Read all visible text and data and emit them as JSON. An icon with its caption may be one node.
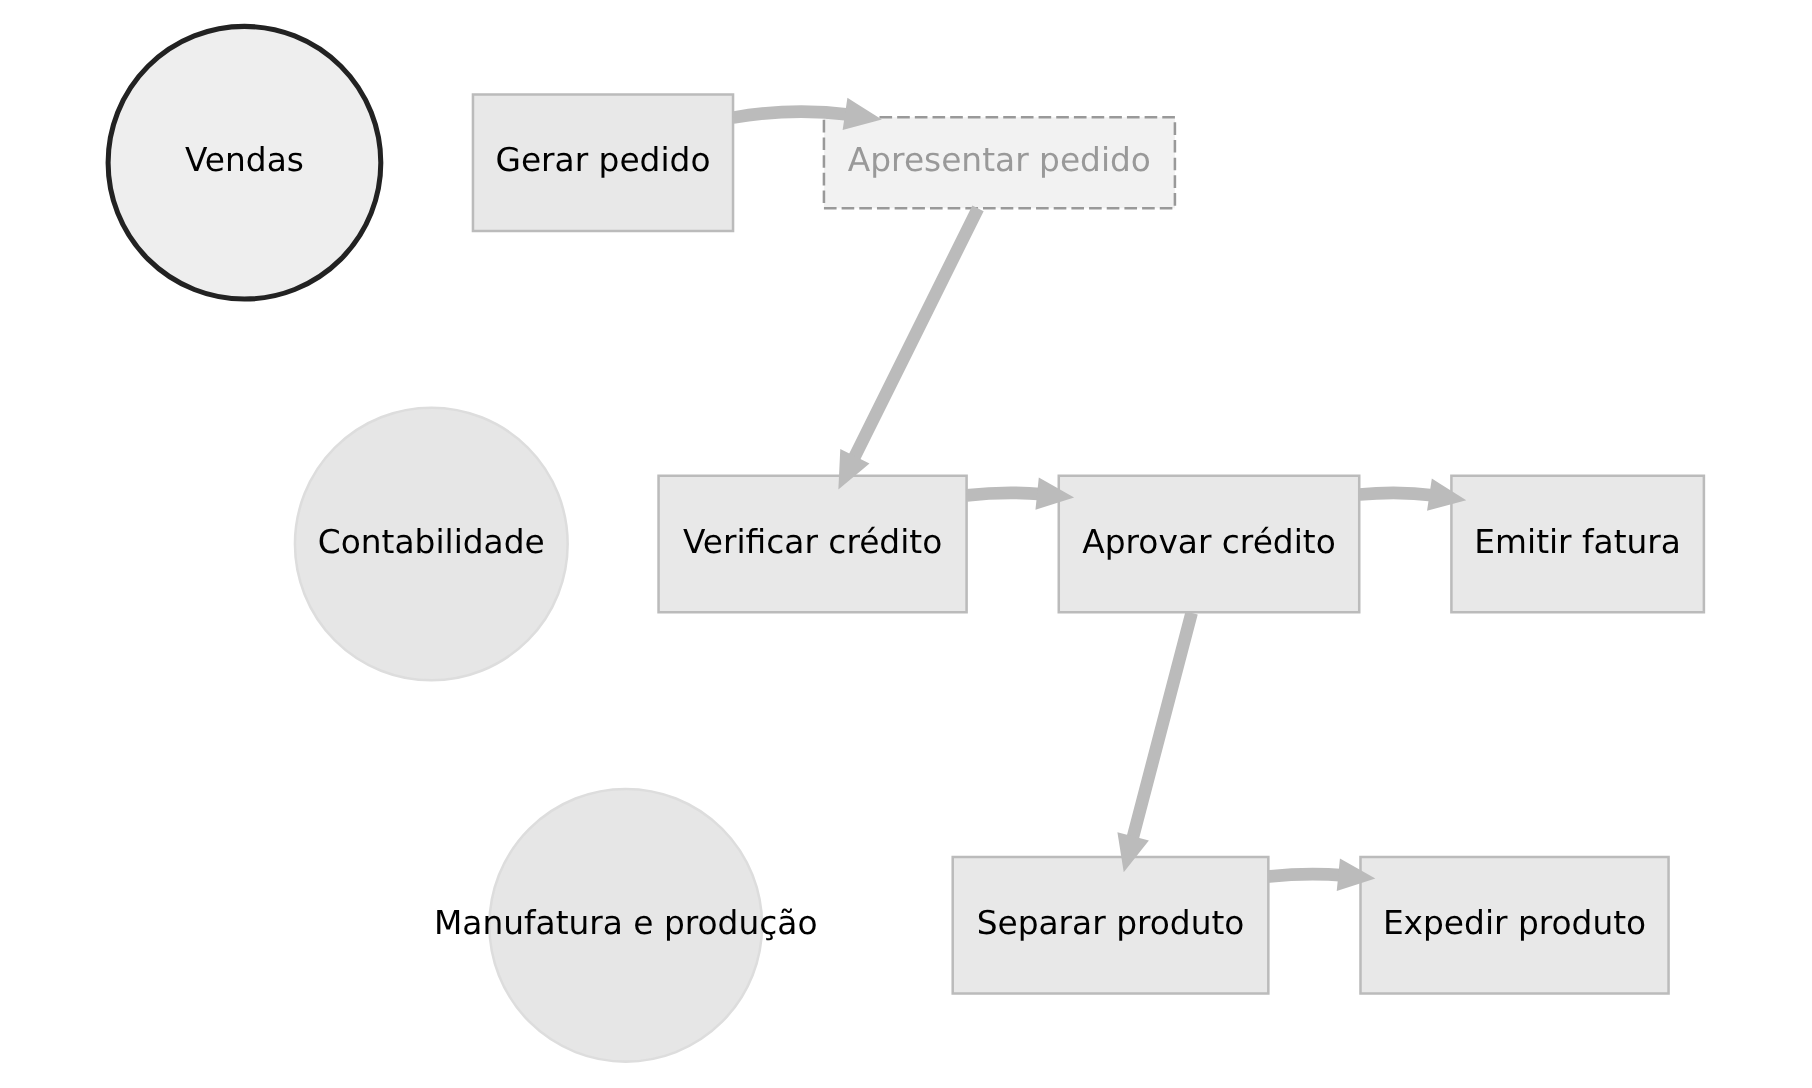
{
  "diagram": {
    "nodes": [
      {
        "text": [
          "Vendas"
        ]
      },
      {
        "text": [
          "Contabilidade"
        ]
      },
      {
        "text": [
          "Manufatura e produção"
        ]
      },
      {
        "text": [
          "Gerar pedido"
        ]
      },
      {
        "text": [
          "Apresentar pedido"
        ]
      },
      {
        "text": [
          "Verificar crédito"
        ]
      },
      {
        "text": [
          "Aprovar crédito"
        ]
      },
      {
        "text": [
          "Emitir fatura"
        ]
      },
      {
        "text": [
          "Separar produto"
        ]
      },
      {
        "text": [
          "Expedir produto"
        ]
      }
    ],
    "edges": [
      {
        "from": 3,
        "to": 4,
        "arrow": "to"
      },
      {
        "from": 4,
        "to": 5,
        "arrow": "to"
      },
      {
        "from": 5,
        "to": 6,
        "arrow": "to"
      },
      {
        "from": 6,
        "to": 7,
        "arrow": "to"
      },
      {
        "from": 6,
        "to": 8,
        "arrow": "to"
      },
      {
        "from": 8,
        "to": 9,
        "arrow": "to"
      }
    ]
  }
}
